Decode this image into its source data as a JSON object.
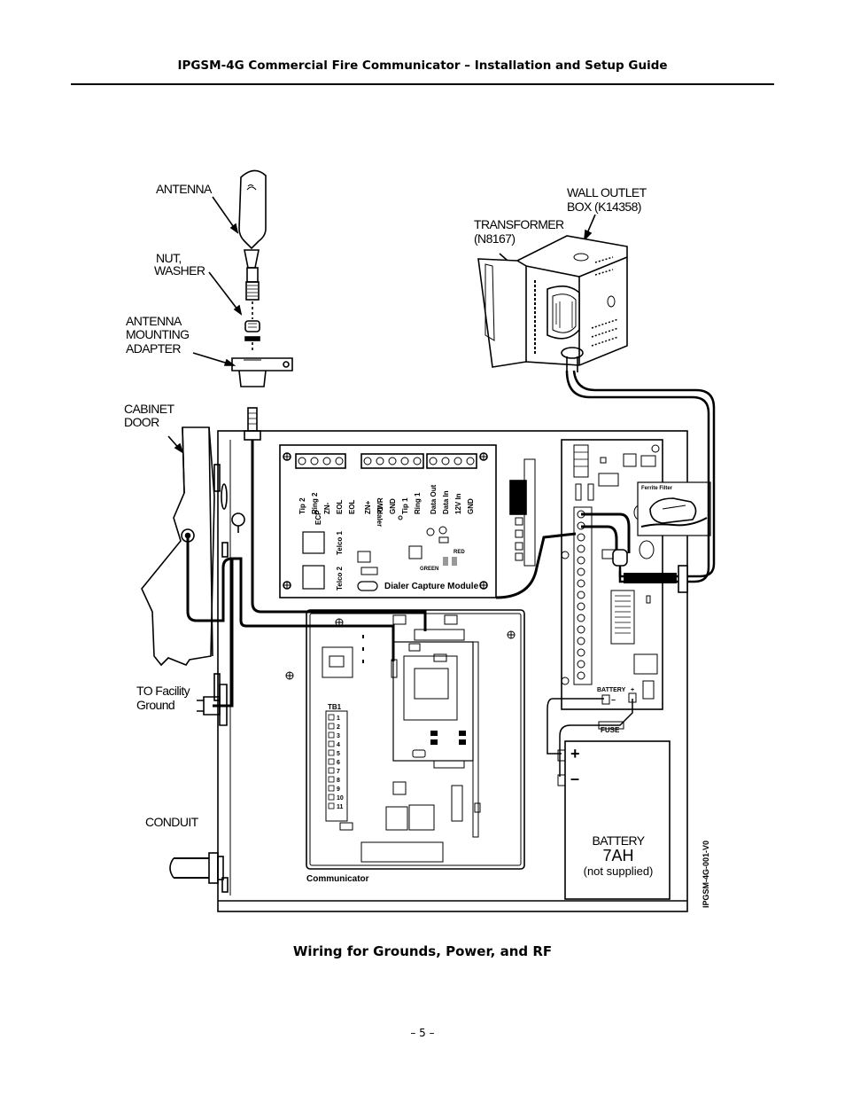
{
  "header": {
    "title": "IPGSM-4G Commercial Fire Communicator – Installation and Setup Guide"
  },
  "figure": {
    "callouts": {
      "antenna": "ANTENNA",
      "nut_washer_1": "NUT,",
      "nut_washer_2": "WASHER",
      "adapter_1": "ANTENNA",
      "adapter_2": "MOUNTING",
      "adapter_3": "ADAPTER",
      "cabinet_door_1": "CABINET",
      "cabinet_door_2": "DOOR",
      "facility_ground_1": "TO Facility",
      "facility_ground_2": "Ground",
      "conduit": "CONDUIT",
      "transformer_1": "TRANSFORMER",
      "transformer_2": "(N8167)",
      "wall_outlet_1": "WALL OUTLET",
      "wall_outlet_2": "BOX (K14358)"
    },
    "dialer_module": {
      "terminals": [
        "Tip 2",
        "Ring 2",
        "ZN-",
        "EOL",
        "EOL",
        "ZN+",
        "PWR",
        "GND",
        "Tip 1",
        "Ring 1",
        "Data Out",
        "Data In",
        "12V In",
        "GND"
      ],
      "ecp": "ECP",
      "dialer_upside": "Dialer",
      "telco1": "Telco 1",
      "telco2": "Telco 2",
      "red": "RED",
      "green": "GREEN",
      "name": "Dialer Capture Module"
    },
    "panel": {
      "ferrite_filter": "Ferrite Filter",
      "battery_conn": "BATTERY",
      "fuse": "FUSE",
      "plus": "+",
      "minus": "–"
    },
    "communicator": {
      "tb1": "TB1",
      "tb_numbers": [
        "1",
        "2",
        "3",
        "4",
        "5",
        "6",
        "7",
        "8",
        "9",
        "10",
        "11"
      ],
      "name": "Communicator"
    },
    "battery": {
      "label": "BATTERY",
      "capacity": "7AH",
      "note": "(not supplied)",
      "plus": "+",
      "minus": "–"
    },
    "drawing_id": "IPGSM-4G-001-V0"
  },
  "caption": "Wiring for Grounds, Power, and RF",
  "page_number": "– 5 –"
}
